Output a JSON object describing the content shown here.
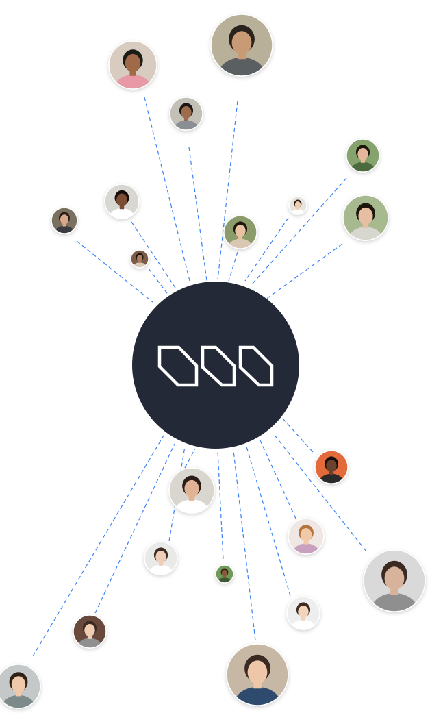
{
  "hub": {
    "logo_icon": "three-hex-links-logo-icon",
    "fill": "#232937",
    "logo_stroke": "#ffffff"
  },
  "connector_color": "#3b82f6",
  "avatars": [
    {
      "id": "a01",
      "skin": "#a06b4a",
      "hair": "#1e1a17",
      "bg": "#d7ccbf",
      "shirt": "#e79aa5"
    },
    {
      "id": "a02",
      "skin": "#c99a76",
      "hair": "#2a211b",
      "bg": "#b9b09a",
      "shirt": "#5a5e62"
    },
    {
      "id": "a03",
      "skin": "#9c6c4e",
      "hair": "#1a1412",
      "bg": "#c3c0b8",
      "shirt": "#8a8f96"
    },
    {
      "id": "a04",
      "skin": "#e2b79a",
      "hair": "#1b1411",
      "bg": "#86a36d",
      "shirt": "#4c6a3c"
    },
    {
      "id": "a05",
      "skin": "#e6bfa3",
      "hair": "#1a1310",
      "bg": "#a7b98e",
      "shirt": "#d7d7d0"
    },
    {
      "id": "a06",
      "skin": "#7b4d35",
      "hair": "#140f0d",
      "bg": "#d9d7d2",
      "shirt": "#ffffff"
    },
    {
      "id": "a07",
      "skin": "#d9a78a",
      "hair": "#2b1c16",
      "bg": "#7a6f5e",
      "shirt": "#3a3b3f"
    },
    {
      "id": "a08",
      "skin": "#f1cdb0",
      "hair": "#2c1f18",
      "bg": "#e7e4df",
      "shirt": "#ffffff"
    },
    {
      "id": "a09",
      "skin": "#b07f5d",
      "hair": "#1b1411",
      "bg": "#7c5b48",
      "shirt": "#d9c9b7"
    },
    {
      "id": "a10",
      "skin": "#e9c2a4",
      "hair": "#1b1411",
      "bg": "#8c9b6a",
      "shirt": "#d8c7b2"
    },
    {
      "id": "a11",
      "skin": "#6a432f",
      "hair": "#151010",
      "bg": "#e36a3a",
      "shirt": "#2a2a2a"
    },
    {
      "id": "a12",
      "skin": "#e0b396",
      "hair": "#2b1d15",
      "bg": "#d9d5cf",
      "shirt": "#ffffff"
    },
    {
      "id": "a13",
      "skin": "#f0c9a8",
      "hair": "#b5733c",
      "bg": "#efe7e3",
      "shirt": "#c9a0c0"
    },
    {
      "id": "a14",
      "skin": "#f0cdb6",
      "hair": "#3a2a22",
      "bg": "#e9e9e7",
      "shirt": "#ffffff"
    },
    {
      "id": "a15",
      "skin": "#8a5a3e",
      "hair": "#3a2518",
      "bg": "#6f9a5a",
      "shirt": "#3d5a34"
    },
    {
      "id": "a16",
      "skin": "#d8b39b",
      "hair": "#3a2b24",
      "bg": "#d9d9d9",
      "shirt": "#8f8f8f"
    },
    {
      "id": "a17",
      "skin": "#f2d4bc",
      "hair": "#3d2a22",
      "bg": "#eeeeee",
      "shirt": "#ffffff"
    },
    {
      "id": "a18",
      "skin": "#f0ccb3",
      "hair": "#3b2b22",
      "bg": "#6b4a3c",
      "shirt": "#8f8f8f"
    },
    {
      "id": "a19",
      "skin": "#eec6a8",
      "hair": "#3a2a20",
      "bg": "#c7b8a6",
      "shirt": "#2e4c6e"
    },
    {
      "id": "a20",
      "skin": "#f0c9ab",
      "hair": "#2f2119",
      "bg": "#c5c8c9",
      "shirt": "#7d8a8a"
    },
    {
      "id": "a21",
      "skin": "#e8b99a",
      "hair": "#6b4631",
      "bg": "#d9c2a8",
      "shirt": "#2b2b2b"
    },
    {
      "id": "a22",
      "skin": "#f1d0b8",
      "hair": "#1c1613",
      "bg": "#f2f2f2",
      "shirt": "#d23b2f"
    }
  ]
}
